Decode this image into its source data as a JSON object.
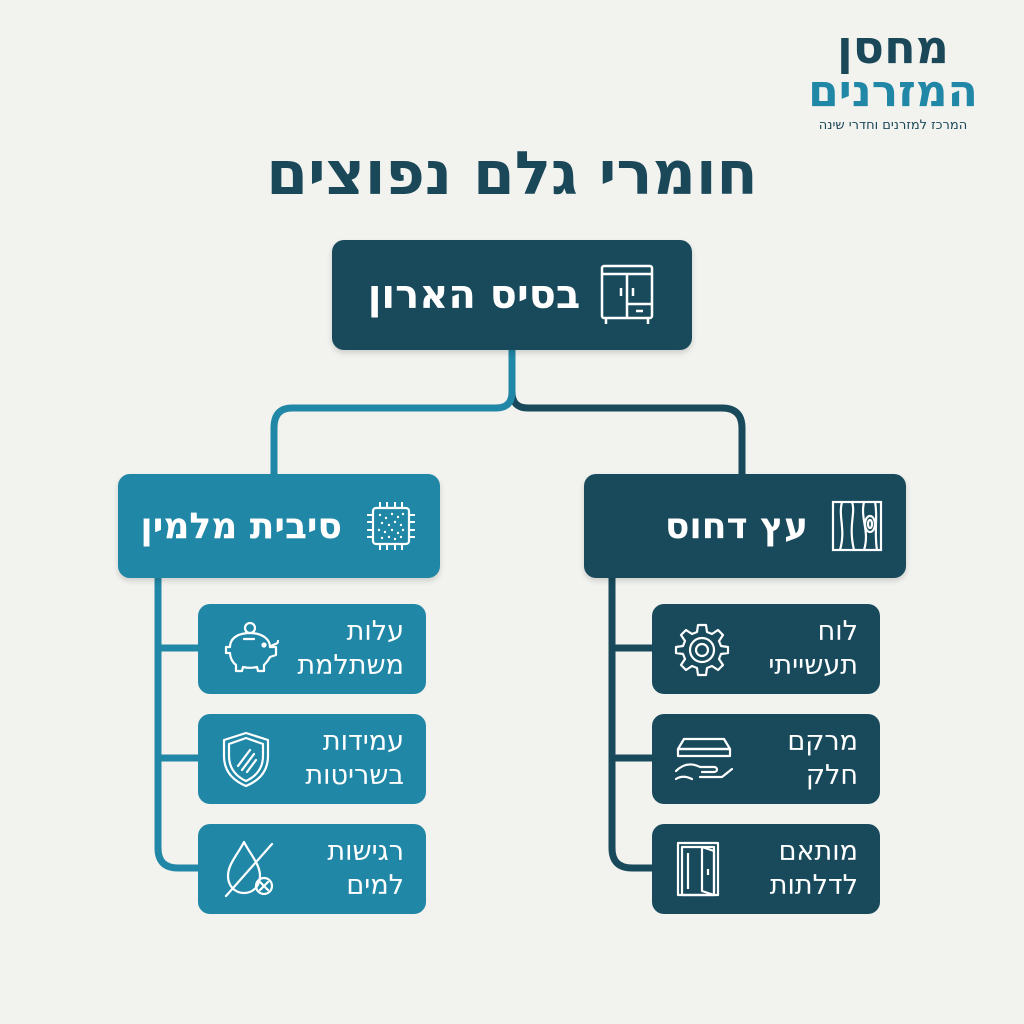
{
  "logo": {
    "line1": "מחסן",
    "line2": "המזרנים",
    "tagline": "המרכז למזרנים וחדרי שינה"
  },
  "title": "חומרי גלם נפוצים",
  "colors": {
    "dark": "#184a5c",
    "light": "#2187a6",
    "background": "#f2f2ef"
  },
  "root": {
    "label": "בסיס הארון",
    "icon": "wardrobe-icon"
  },
  "branches": [
    {
      "label": "עץ דחוס",
      "icon": "wood-grain-icon",
      "items": [
        {
          "label": "לוח\nתעשייתי",
          "icon": "gear-icon"
        },
        {
          "label": "מרקם חלק",
          "icon": "smooth-surface-icon"
        },
        {
          "label": "מותאם\nלדלתות",
          "icon": "door-icon"
        }
      ]
    },
    {
      "label": "סיבית מלמין",
      "icon": "fiberboard-icon",
      "items": [
        {
          "label": "עלות\nמשתלמת",
          "icon": "piggy-bank-icon"
        },
        {
          "label": "עמידות\nבשריטות",
          "icon": "shield-icon"
        },
        {
          "label": "רגישות\nלמים",
          "icon": "water-drop-icon"
        }
      ]
    }
  ]
}
